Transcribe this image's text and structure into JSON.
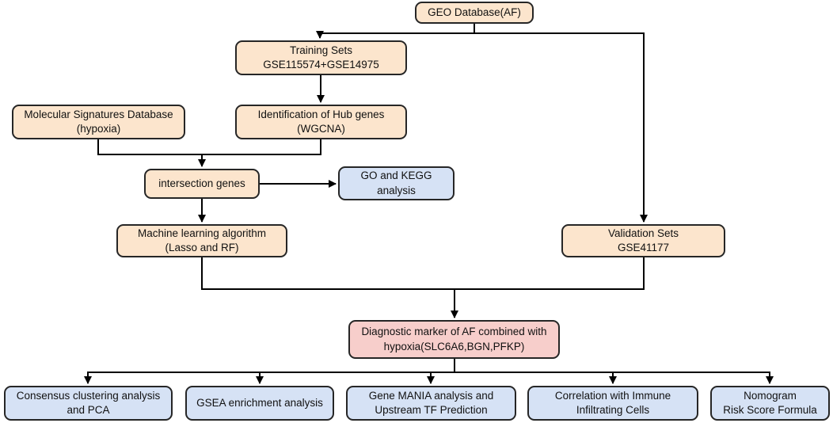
{
  "diagram": {
    "title": "AF hypoxia diagnostic marker study workflow",
    "colors": {
      "peach": "#fce5cd",
      "blue": "#d6e2f5",
      "pink": "#f7cecb",
      "border": "#262626",
      "line": "#000000"
    },
    "nodes": {
      "geo_database": {
        "label": "GEO Database(AF)"
      },
      "training_sets": {
        "label": "Training Sets\nGSE115574+GSE14975"
      },
      "molecular_signatures": {
        "label": "Molecular Signatures Database\n(hypoxia)"
      },
      "hub_genes": {
        "label": "Identification of Hub genes\n(WGCNA)"
      },
      "intersection_genes": {
        "label": "intersection genes"
      },
      "go_kegg": {
        "label": "GO and KEGG\nanalysis"
      },
      "machine_learning": {
        "label": "Machine learning algorithm\n(Lasso and RF)"
      },
      "validation_sets": {
        "label": "Validation Sets\nGSE41177"
      },
      "diagnostic_marker": {
        "label": "Diagnostic marker of AF combined with\nhypoxia(SLC6A6,BGN,PFKP)"
      },
      "consensus_clustering": {
        "label": "Consensus clustering analysis\nand PCA"
      },
      "gsea": {
        "label": "GSEA enrichment analysis"
      },
      "genemania": {
        "label": "Gene MANIA analysis and\nUpstream TF Prediction"
      },
      "immune_correlation": {
        "label": "Correlation with Immune\nInfiltrating Cells"
      },
      "nomogram": {
        "label": "Nomogram\nRisk Score Formula"
      }
    }
  }
}
